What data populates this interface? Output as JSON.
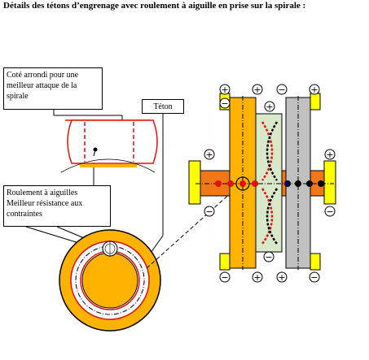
{
  "title": "Détails des tétons d’engrenage avec roulement à aiguille en prise sur la spirale :",
  "callouts": {
    "arrondi": "Coté arrondi pour une meilleur attaque de la spirale",
    "teton": "Téton",
    "roulement": "Roulement à aiguilles Meilleur résistance aux contraintes"
  },
  "signs": {
    "plus": "+",
    "minus": "−"
  },
  "colors": {
    "orange": "#ffb300",
    "dark_orange": "#f07818",
    "red": "#e01010",
    "light_green": "#d8e8c8",
    "grey": "#c0c0c0",
    "yellow": "#ffff00",
    "navy": "#000080"
  }
}
